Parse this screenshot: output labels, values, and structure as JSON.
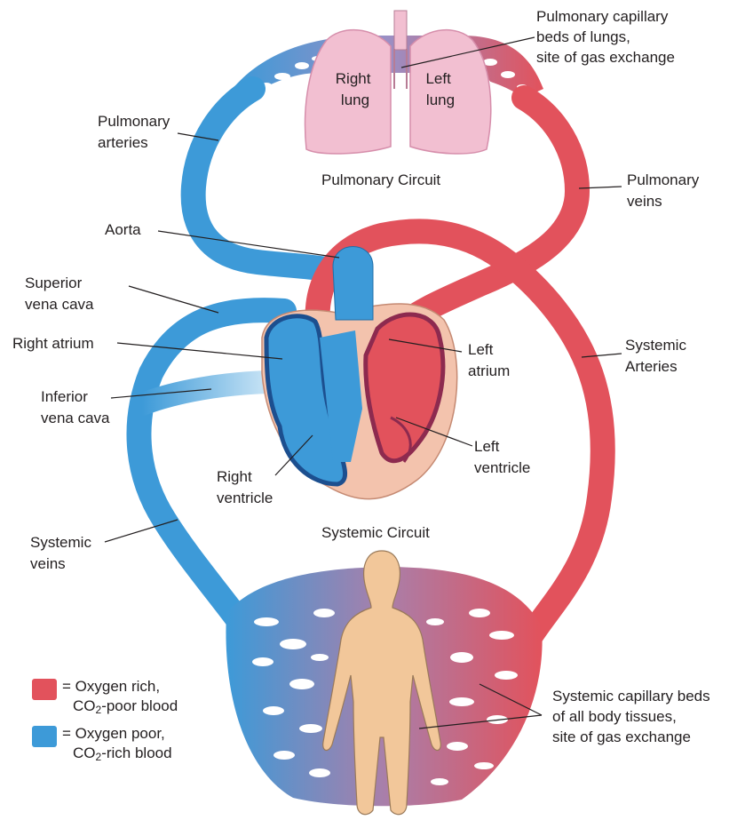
{
  "labels": {
    "pulmonary_capillary": [
      "Pulmonary capillary",
      "beds of lungs,",
      "site of gas exchange"
    ],
    "right_lung": [
      "Right",
      "lung"
    ],
    "left_lung": [
      "Left",
      "lung"
    ],
    "pulmonary_arteries": [
      "Pulmonary",
      "arteries"
    ],
    "pulmonary_circuit": "Pulmonary Circuit",
    "pulmonary_veins": [
      "Pulmonary",
      "veins"
    ],
    "aorta": "Aorta",
    "superior_vena_cava": [
      "Superior",
      "vena cava"
    ],
    "right_atrium": "Right atrium",
    "left_atrium": [
      "Left",
      "atrium"
    ],
    "systemic_arteries": [
      "Systemic",
      "Arteries"
    ],
    "inferior_vena_cava": [
      "Inferior",
      "vena cava"
    ],
    "left_ventricle": [
      "Left",
      "ventricle"
    ],
    "right_ventricle": [
      "Right",
      "ventricle"
    ],
    "systemic_circuit": "Systemic Circuit",
    "systemic_veins": [
      "Systemic",
      "veins"
    ],
    "systemic_capillary": [
      "Systemic capillary beds",
      "of all body tissues,",
      "site of gas exchange"
    ]
  },
  "legend": {
    "rich": {
      "line1": "= Oxygen rich,",
      "line2_pre": "CO",
      "line2_sub": "2",
      "line2_post": "-poor blood",
      "color": "#e2525c"
    },
    "poor": {
      "line1": "= Oxygen poor,",
      "line2_pre": "CO",
      "line2_sub": "2",
      "line2_post": "-rich blood",
      "color": "#3d9ad8"
    }
  },
  "colors": {
    "oxygen_rich": "#e2525c",
    "oxygen_poor": "#3d9ad8",
    "lung": "#f2bfd1",
    "heart_wall": "#f3c3ad",
    "body": "#f2c79a"
  }
}
